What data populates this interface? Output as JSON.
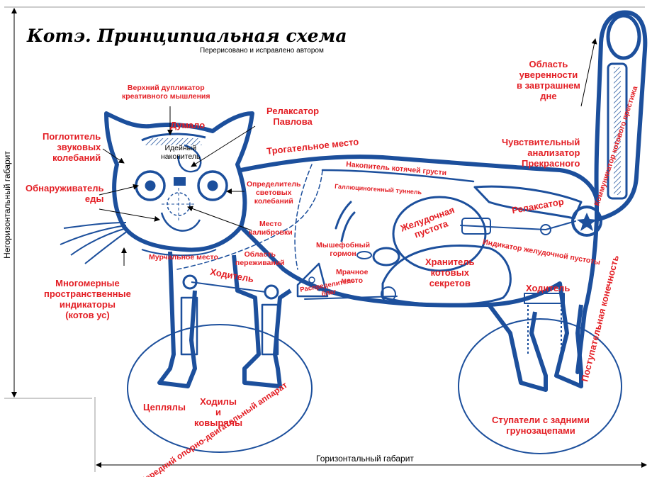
{
  "title": "Котэ. Принципиальная схема",
  "subtitle": "Перерисовано и исправлено автором",
  "dimensions": {
    "vertical": "Негоризонтальный габарит",
    "horizontal": "Горизонтальный габарит"
  },
  "labels": {
    "upper_duplicator": "Верхний дупликатор\nкреативного мышления",
    "dumalo": "Думало",
    "idea_storage": "Идейный\nнакопитель",
    "pavlov_relaxator": "Релаксатор\nПавлова",
    "sound_absorber": "Поглотитель\nзвуковых\nколебаний",
    "food_detector": "Обнаруживатель\nеды",
    "light_detector": "Определитель\nсветовых\nколебаний",
    "calibration_place": "Место\nкалибровки",
    "purr_place": "Мурчальное место",
    "experience_area": "Область\nпереживаний",
    "multidim_indicators": "Многомерные\nпространственные\nиндикаторы\n(котов ус)",
    "touch_place": "Трогательное место",
    "sadness_accumulator": "Накопитель котячей грусти",
    "hallucinogenic_tunnel": "Галлюциногенный туннель",
    "stomach_void": "Желудочная\nпустота",
    "mouse_hormone": "Мышефобный\nгормон",
    "gloomy_place": "Мрачное\nместо",
    "distributor": "Распределитель\nблаг",
    "secret_keeper": "Хранитель\nкотовых\nсекретов",
    "relaxator": "Релаксатор",
    "stomach_indicator": "Индикатор желудочной пустоты",
    "confidence_area": "Область\nуверенности\nв завтрашнем\nдне",
    "beauty_analyzer": "Чувствительный\nанализатор\nПрекрасного",
    "prestige_communicator": "Коммуникатор котового престижа",
    "rear_limb": "Поступательная конечность",
    "walker_front": "Ходитель",
    "walker_rear": "Ходитель",
    "clingers": "Цеплялы",
    "walkers_diggers": "Ходилы\nи\nковырялы",
    "front_apparatus": "Передний опорно-двигательный аппарат",
    "rear_steppers": "Ступатели с задними\nгрунозацепами"
  },
  "colors": {
    "outline": "#1c4f9c",
    "label": "#e31e24",
    "text": "#000000"
  }
}
